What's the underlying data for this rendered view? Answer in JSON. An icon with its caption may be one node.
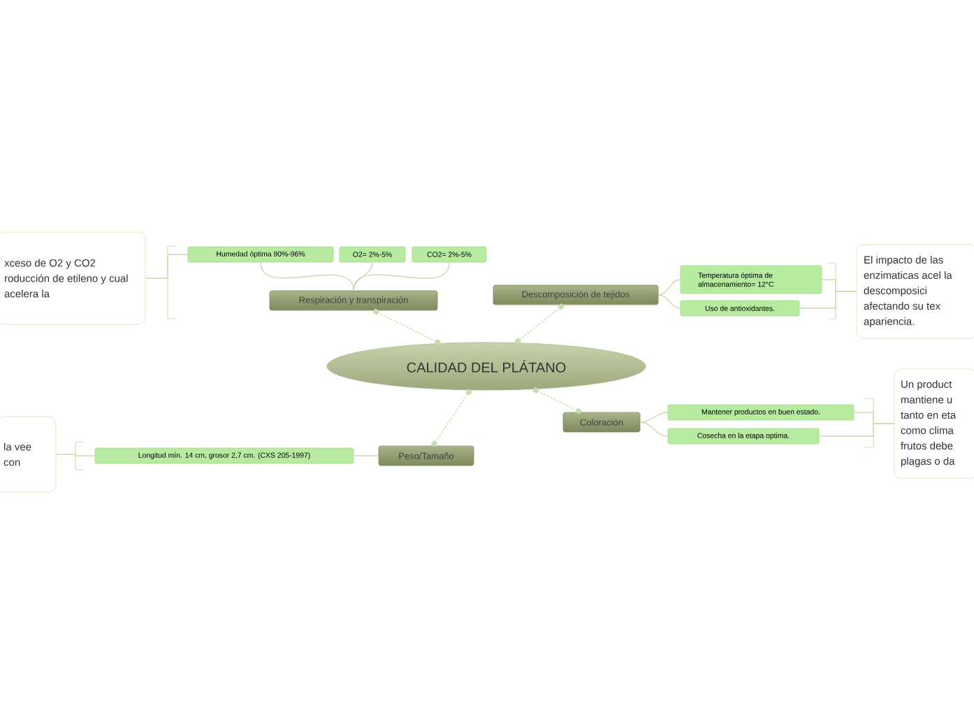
{
  "diagram": {
    "nodes": [
      {
        "text": [
          "CALIDAD DEL PLÁTANO"
        ]
      },
      {
        "text": [
          "Respiración y transpiración"
        ]
      },
      {
        "text": [
          "Humedad óptima 90%-96%"
        ]
      },
      {
        "text": [
          "O2= 2%-5%"
        ]
      },
      {
        "text": [
          "CO2= 2%-5%"
        ]
      },
      {
        "text": [
          "xceso de O2 y CO2 roducción de etileno y cual acelera la"
        ]
      },
      {
        "text": [
          "Descomposición de tejidos"
        ]
      },
      {
        "text": [
          "Temperatura óptima de almacenamiento= 12°C"
        ]
      },
      {
        "text": [
          "Uso de antioxidantes."
        ]
      },
      {
        "text": [
          "El impacto de las enzimaticas acel la descomposici afectando su tex apariencia."
        ]
      },
      {
        "text": [
          "Coloración"
        ]
      },
      {
        "text": [
          "Mantener productos en buen estado."
        ]
      },
      {
        "text": [
          "Cosecha en la etapa optima."
        ]
      },
      {
        "text": [
          "Un product mantiene u tanto en eta como clima frutos debe plagas o da"
        ]
      },
      {
        "text": [
          "Peso/Tamaño"
        ]
      },
      {
        "text": [
          "Longitud mín. 14 cm, grosor 2,7 cm. (CXS 205-1997)"
        ]
      },
      {
        "text": [
          "la vee con"
        ]
      }
    ],
    "edges": [
      {
        "from": 0,
        "to": 1,
        "arrow": "other",
        "style": "dashed"
      },
      {
        "from": 0,
        "to": 6,
        "arrow": "other",
        "style": "dashed"
      },
      {
        "from": 0,
        "to": 10,
        "arrow": "other",
        "style": "dashed"
      },
      {
        "from": 0,
        "to": 14,
        "arrow": "other",
        "style": "dashed"
      },
      {
        "from": 1,
        "to": 2,
        "arrow": "none"
      },
      {
        "from": 1,
        "to": 3,
        "arrow": "none"
      },
      {
        "from": 1,
        "to": 4,
        "arrow": "none"
      },
      {
        "from": 2,
        "to": 5,
        "arrow": "none"
      },
      {
        "from": 6,
        "to": 7,
        "arrow": "none"
      },
      {
        "from": 6,
        "to": 8,
        "arrow": "none"
      },
      {
        "from": 7,
        "to": 9,
        "arrow": "none"
      },
      {
        "from": 8,
        "to": 9,
        "arrow": "none"
      },
      {
        "from": 10,
        "to": 11,
        "arrow": "none"
      },
      {
        "from": 10,
        "to": 12,
        "arrow": "none"
      },
      {
        "from": 11,
        "to": 13,
        "arrow": "none"
      },
      {
        "from": 12,
        "to": 13,
        "arrow": "none"
      },
      {
        "from": 14,
        "to": 15,
        "arrow": "none"
      },
      {
        "from": 15,
        "to": 16,
        "arrow": "none"
      }
    ]
  }
}
